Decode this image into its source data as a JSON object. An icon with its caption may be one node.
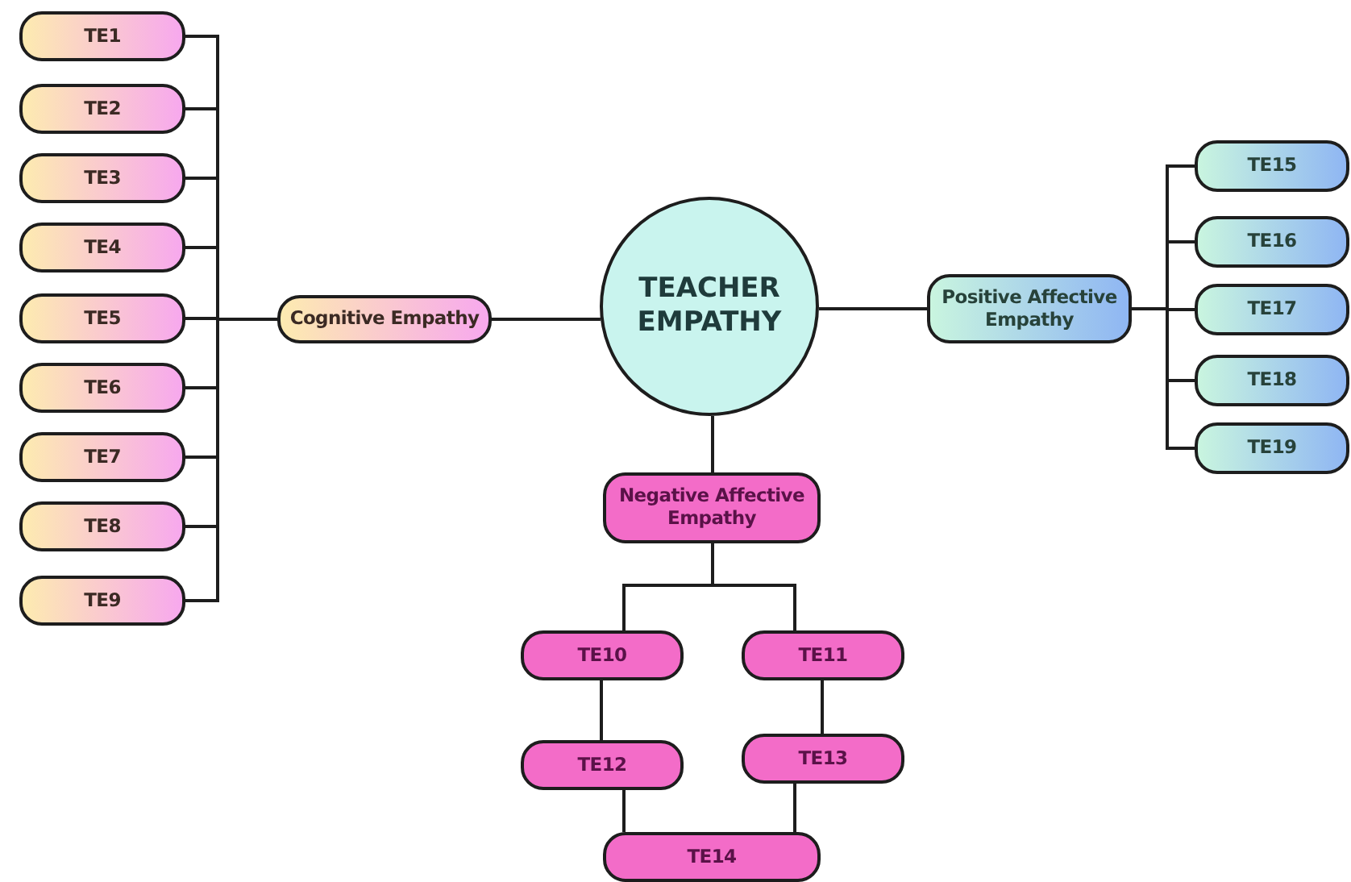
{
  "diagram": {
    "nodes": [
      {
        "text": [
          "TEACHER EMPATHY"
        ]
      },
      {
        "text": [
          "Cognitive Empathy"
        ]
      },
      {
        "text": [
          "Positive Affective Empathy"
        ]
      },
      {
        "text": [
          "Negative Affective Empathy"
        ]
      },
      {
        "text": [
          "TE1"
        ]
      },
      {
        "text": [
          "TE2"
        ]
      },
      {
        "text": [
          "TE3"
        ]
      },
      {
        "text": [
          "TE4"
        ]
      },
      {
        "text": [
          "TE5"
        ]
      },
      {
        "text": [
          "TE6"
        ]
      },
      {
        "text": [
          "TE7"
        ]
      },
      {
        "text": [
          "TE8"
        ]
      },
      {
        "text": [
          "TE9"
        ]
      },
      {
        "text": [
          "TE10"
        ]
      },
      {
        "text": [
          "TE11"
        ]
      },
      {
        "text": [
          "TE12"
        ]
      },
      {
        "text": [
          "TE13"
        ]
      },
      {
        "text": [
          "TE14"
        ]
      },
      {
        "text": [
          "TE15"
        ]
      },
      {
        "text": [
          "TE16"
        ]
      },
      {
        "text": [
          "TE17"
        ]
      },
      {
        "text": [
          "TE18"
        ]
      },
      {
        "text": [
          "TE19"
        ]
      }
    ],
    "edges": [
      {
        "from": 0,
        "to": 1,
        "arrow": "none"
      },
      {
        "from": 0,
        "to": 2,
        "arrow": "none"
      },
      {
        "from": 0,
        "to": 3,
        "arrow": "none"
      },
      {
        "from": 1,
        "to": 4,
        "arrow": "none"
      },
      {
        "from": 1,
        "to": 5,
        "arrow": "none"
      },
      {
        "from": 1,
        "to": 6,
        "arrow": "none"
      },
      {
        "from": 1,
        "to": 7,
        "arrow": "none"
      },
      {
        "from": 1,
        "to": 8,
        "arrow": "none"
      },
      {
        "from": 1,
        "to": 9,
        "arrow": "none"
      },
      {
        "from": 1,
        "to": 10,
        "arrow": "none"
      },
      {
        "from": 1,
        "to": 11,
        "arrow": "none"
      },
      {
        "from": 1,
        "to": 12,
        "arrow": "none"
      },
      {
        "from": 3,
        "to": 13,
        "arrow": "none"
      },
      {
        "from": 3,
        "to": 14,
        "arrow": "none"
      },
      {
        "from": 13,
        "to": 15,
        "arrow": "none"
      },
      {
        "from": 14,
        "to": 16,
        "arrow": "none"
      },
      {
        "from": 15,
        "to": 17,
        "arrow": "none"
      },
      {
        "from": 16,
        "to": 17,
        "arrow": "none"
      },
      {
        "from": 2,
        "to": 18,
        "arrow": "none"
      },
      {
        "from": 2,
        "to": 19,
        "arrow": "none"
      },
      {
        "from": 2,
        "to": 20,
        "arrow": "none"
      },
      {
        "from": 2,
        "to": 21,
        "arrow": "none"
      },
      {
        "from": 2,
        "to": 22,
        "arrow": "none"
      }
    ]
  }
}
